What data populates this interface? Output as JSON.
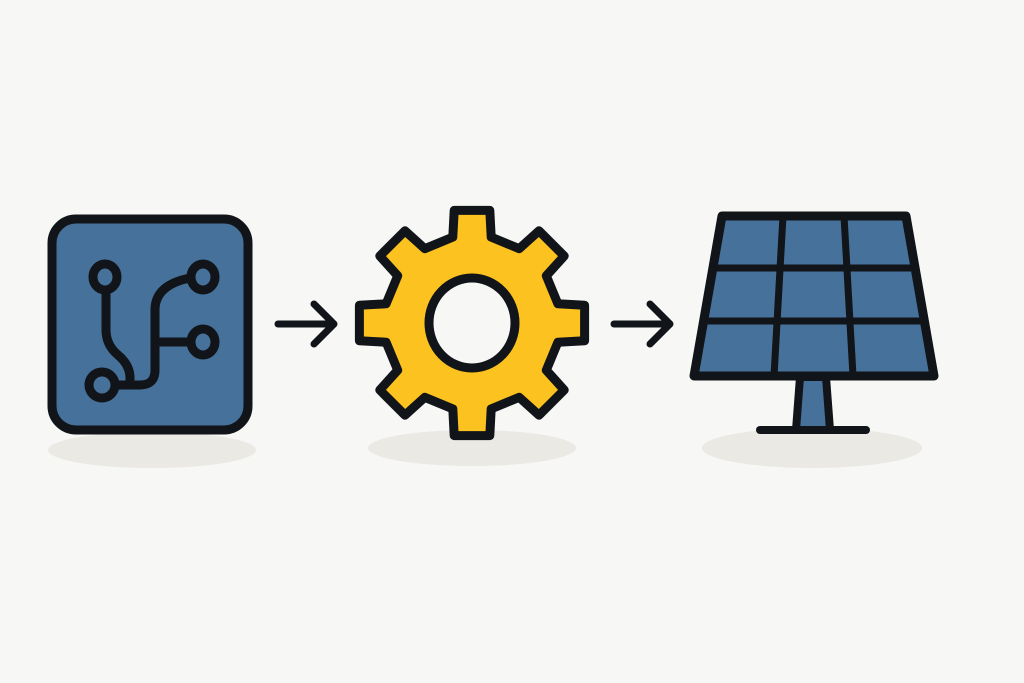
{
  "diagram": {
    "nodes": [
      {
        "id": "circuit",
        "icon": "circuit-board-icon"
      },
      {
        "id": "gear",
        "icon": "gear-icon"
      },
      {
        "id": "solar",
        "icon": "solar-panel-icon"
      }
    ],
    "edges": [
      {
        "from": "circuit",
        "to": "gear"
      },
      {
        "from": "gear",
        "to": "solar"
      }
    ]
  },
  "colors": {
    "background": "#f7f7f5",
    "blue": "#46719a",
    "yellow": "#fcc21f",
    "outline": "#111418",
    "shadow": "#ebe9e3"
  }
}
